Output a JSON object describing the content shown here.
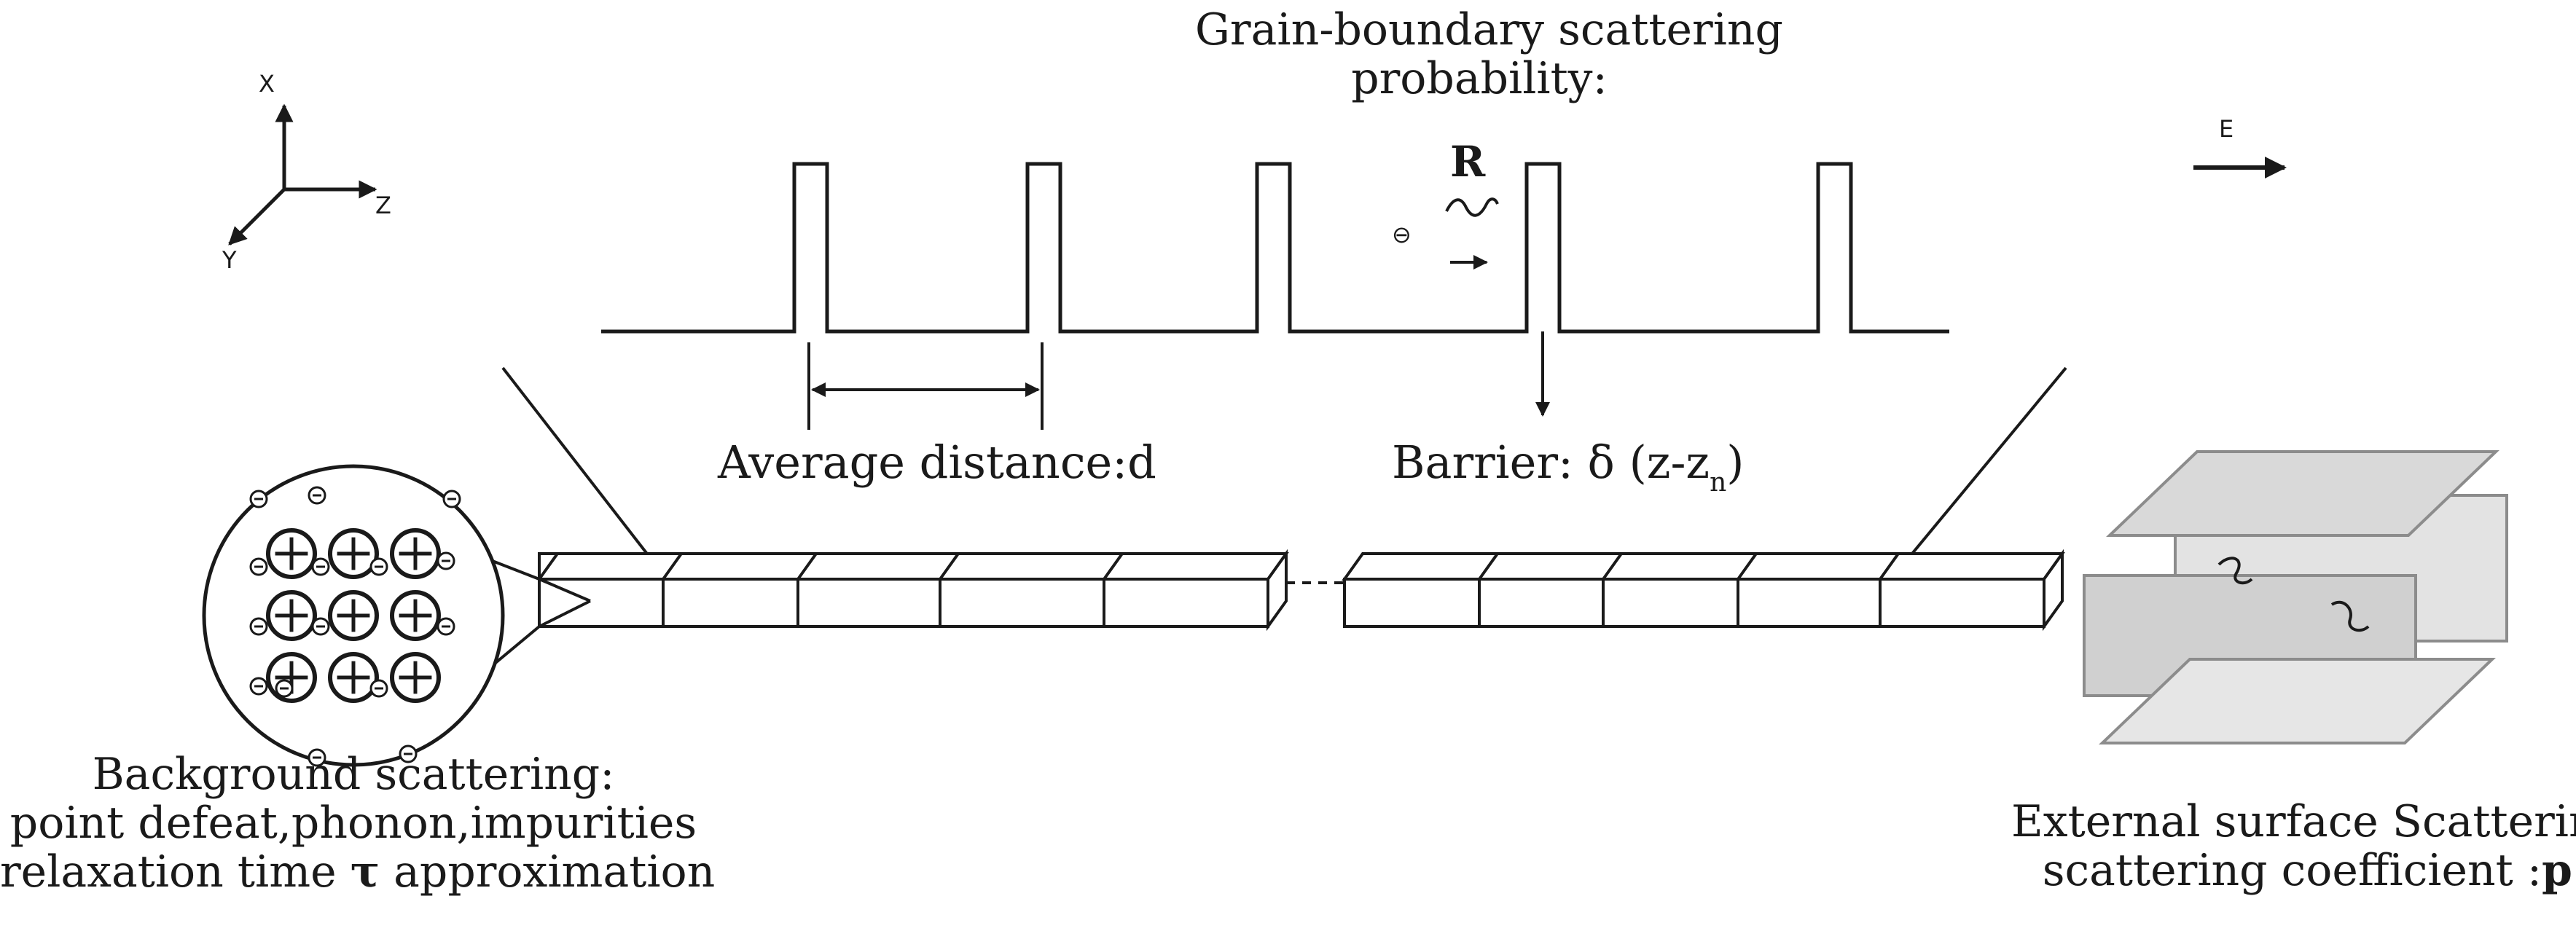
{
  "axes": {
    "x_label": "X",
    "y_label": "Y",
    "z_label": "Z"
  },
  "field": {
    "label": "E"
  },
  "grain_boundary": {
    "title_line1": "Grain-boundary scattering",
    "title_line2": "probability:",
    "reflection_symbol": "R",
    "electron_symbol": "⊖"
  },
  "average_distance": {
    "label": "Average distance:d"
  },
  "barrier": {
    "prefix": "Barrier: δ (z-z",
    "subscript": "n",
    "suffix": ")"
  },
  "background": {
    "line1": "Background scattering:",
    "line2": "point defeat,phonon,impurities",
    "line3_prefix": "relaxation time ",
    "line3_symbol": "τ",
    "line3_suffix": " approximation"
  },
  "external_surface": {
    "line1": "External surface Scattering",
    "line2_prefix": "scattering coefficient :",
    "line2_symbol": "p"
  },
  "colors": {
    "ink": "#1a1a1a",
    "plane_fill": "#d9d9d9",
    "plane_stroke": "#8c8c8c"
  }
}
